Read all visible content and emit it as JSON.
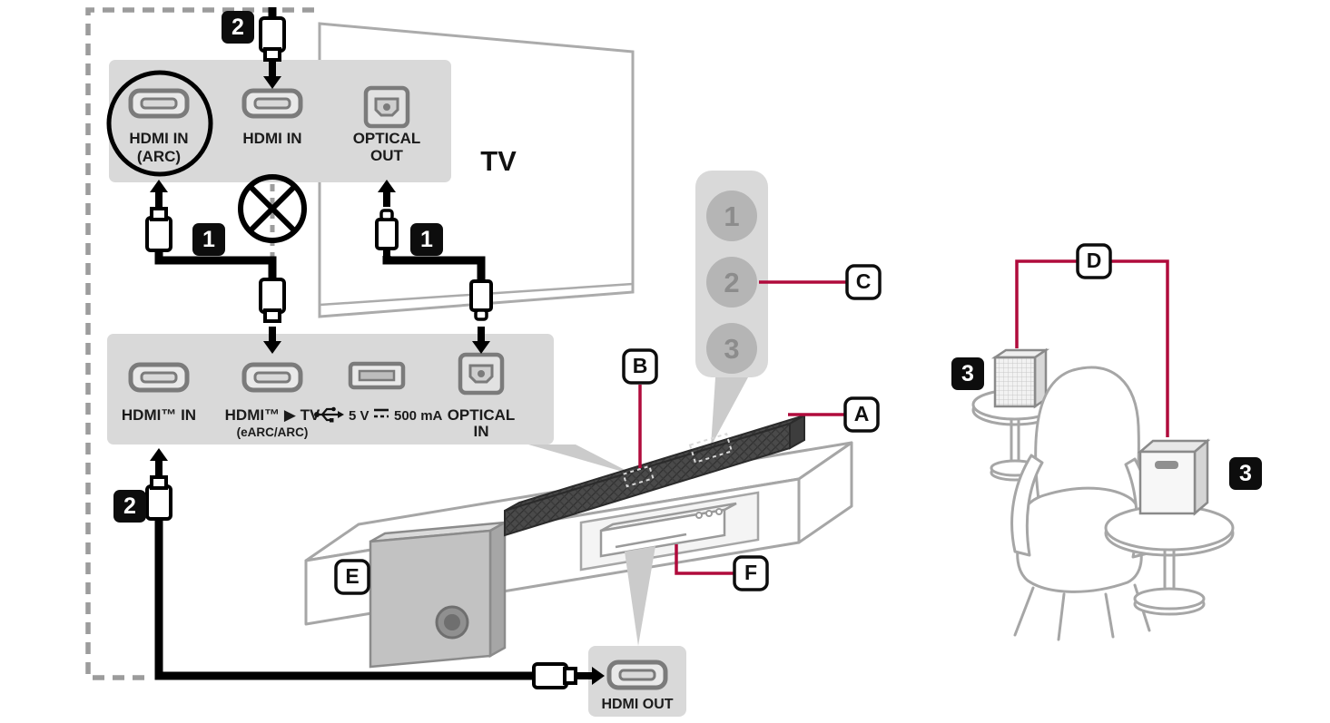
{
  "colors": {
    "accent": "#b00b3c",
    "panel_gray": "#d9d9d9",
    "sketch_gray": "#a6a6a6",
    "cable_black": "#000000"
  },
  "tv": {
    "label": "TV",
    "port_hdmi_arc_label1": "HDMI IN",
    "port_hdmi_arc_label2": "(ARC)",
    "port_hdmi_in_label": "HDMI IN",
    "port_optical_out_label1": "OPTICAL",
    "port_optical_out_label2": "OUT"
  },
  "soundbar": {
    "port_hdmi_in_label": "HDMI™ IN",
    "port_hdmi_tv_label": "HDMI™ ▶ TV",
    "port_hdmi_tv_sublabel": "(eARC/ARC)",
    "port_usb_label_volt": "5 V",
    "port_usb_label_current": "500 mA",
    "port_optical_in_label1": "OPTICAL",
    "port_optical_in_label2": "IN"
  },
  "player": {
    "port_hdmi_out_label": "HDMI OUT"
  },
  "remote_buttons": {
    "button_1": "1",
    "button_2": "2",
    "button_3": "3"
  },
  "callouts": {
    "a": "A",
    "b": "B",
    "c": "C",
    "d": "D",
    "e": "E",
    "f": "F"
  },
  "steps": {
    "step_1": "1",
    "step_2": "2",
    "step_3": "3"
  },
  "icons": {
    "usb": "usb-trident",
    "dc_symbol": "⎓",
    "prohibition": "crossed-circle"
  }
}
